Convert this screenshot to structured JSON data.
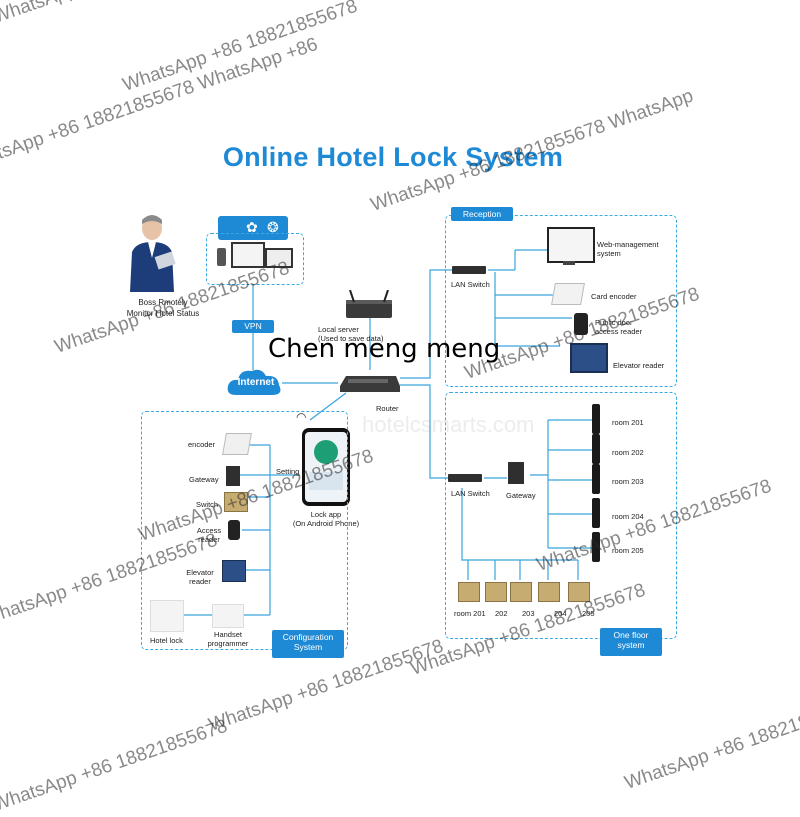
{
  "title": "Online Hotel Lock System",
  "overlay_text": "Chen meng meng",
  "watermark_light": "hotelcsmarts.com",
  "watermarks": [
    "WhatsApp +86 18821855678",
    "WhatsApp +86 18821855678 WhatsApp",
    "WhatsApp +86 18821855678",
    "tsApp +86 18821855678 WhatsApp +86",
    "WhatsApp +86 18821855678",
    "WhatsApp +86 18821855678",
    "WhatsApp +86 18821855678",
    "WhatsApp +86 18821855678",
    "WhatsApp +86 18821855678",
    "WhatsApp +86 18821855678",
    "WhatsApp +86 18821855678",
    "WhatsApp +86 18821855678",
    "WhatsApp +86 18821855678"
  ],
  "left": {
    "boss_label": "Boss Rmotely\nMonitor Hotel Status",
    "vpn": "VPN",
    "internet": "Internet"
  },
  "center": {
    "local_server": "Local server\n(Used to save data)",
    "router": "Router",
    "setting": "Setting",
    "lock_app": "Lock app\n(On Android Phone)"
  },
  "reception": {
    "title": "Reception",
    "lan_switch": "LAN Switch",
    "web_mgmt": "Web-management\nsystem",
    "card_encoder": "Card encoder",
    "public_door": "Public door\naccess reader",
    "elevator_reader": "Elevator reader"
  },
  "config": {
    "title": "Configuration\nSystem",
    "encoder": "encoder",
    "gateway": "Gateway",
    "switch": "Switch",
    "access_reader": "Access\nreader",
    "elevator_reader": "Elevator\nreader",
    "hotel_lock": "Hotel lock",
    "handset": "Handset\nprogrammer"
  },
  "floor": {
    "title": "One floor\nsystem",
    "lan_switch": "LAN Switch",
    "gateway": "Gateway",
    "rooms_right": [
      "room 201",
      "room 202",
      "room 203",
      "room 204",
      "room 205"
    ],
    "rooms_bottom": [
      "room 201",
      "202",
      "203",
      "204",
      "205"
    ]
  }
}
